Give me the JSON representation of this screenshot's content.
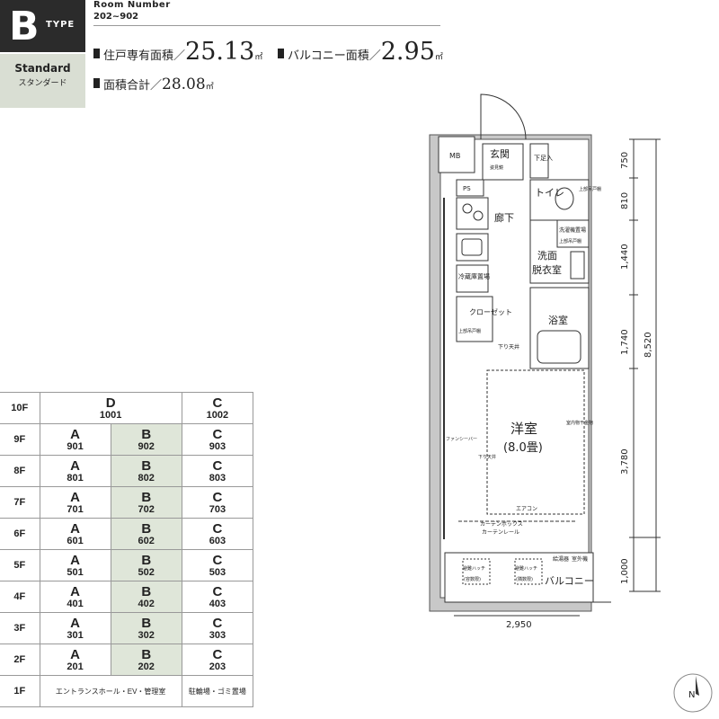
{
  "type_badge": {
    "letter": "B",
    "type_label": "TYPE",
    "plan_name": "Standard",
    "plan_name_jp": "スタンダード",
    "colors": {
      "dark": "#2b2b2b",
      "light": "#d9ded3"
    }
  },
  "room_number": {
    "label": "Room Number",
    "value": "202~902"
  },
  "areas": {
    "private_label": "住戸専有面積／",
    "private_value": "25.13",
    "private_unit": "㎡",
    "balcony_label": "バルコニー面積／",
    "balcony_value": "2.95",
    "balcony_unit": "㎡",
    "total_label": "面積合計／",
    "total_value": "28.08",
    "total_unit": "㎡"
  },
  "floor_table": {
    "highlight_color": "#dfe6d9",
    "top_floor": {
      "floor": "10F",
      "units": [
        {
          "type": "D",
          "number": "1001"
        },
        {
          "type": "C",
          "number": "1002"
        }
      ]
    },
    "floors": [
      {
        "floor": "9F",
        "units": [
          {
            "type": "A",
            "number": "901"
          },
          {
            "type": "B",
            "number": "902"
          },
          {
            "type": "C",
            "number": "903"
          }
        ]
      },
      {
        "floor": "8F",
        "units": [
          {
            "type": "A",
            "number": "801"
          },
          {
            "type": "B",
            "number": "802"
          },
          {
            "type": "C",
            "number": "803"
          }
        ]
      },
      {
        "floor": "7F",
        "units": [
          {
            "type": "A",
            "number": "701"
          },
          {
            "type": "B",
            "number": "702"
          },
          {
            "type": "C",
            "number": "703"
          }
        ]
      },
      {
        "floor": "6F",
        "units": [
          {
            "type": "A",
            "number": "601"
          },
          {
            "type": "B",
            "number": "602"
          },
          {
            "type": "C",
            "number": "603"
          }
        ]
      },
      {
        "floor": "5F",
        "units": [
          {
            "type": "A",
            "number": "501"
          },
          {
            "type": "B",
            "number": "502"
          },
          {
            "type": "C",
            "number": "503"
          }
        ]
      },
      {
        "floor": "4F",
        "units": [
          {
            "type": "A",
            "number": "401"
          },
          {
            "type": "B",
            "number": "402"
          },
          {
            "type": "C",
            "number": "403"
          }
        ]
      },
      {
        "floor": "3F",
        "units": [
          {
            "type": "A",
            "number": "301"
          },
          {
            "type": "B",
            "number": "302"
          },
          {
            "type": "C",
            "number": "303"
          }
        ]
      },
      {
        "floor": "2F",
        "units": [
          {
            "type": "A",
            "number": "201"
          },
          {
            "type": "B",
            "number": "202"
          },
          {
            "type": "C",
            "number": "203"
          }
        ]
      }
    ],
    "ground_floor": {
      "floor": "1F",
      "left_note": "エントランスホール・EV・管理室",
      "right_note": "駐輪場・ゴミ置場"
    }
  },
  "plan": {
    "mb": "MB",
    "entrance": "玄関",
    "shoe_storage": "姿見鏡",
    "shoes_box": "下足入",
    "ps": "PS",
    "toilet": "トイレ",
    "toilet_shelf": "上部吊戸棚",
    "hallway": "廊下",
    "washer": "洗濯機置場",
    "washer_shelf": "上部吊戸棚",
    "washroom_line1": "洗面",
    "washroom_line2": "脱衣室",
    "fridge": "冷蔵庫置場",
    "closet": "クローゼット",
    "closet_shelf": "上部吊戸棚",
    "bath": "浴室",
    "ceiling_drop": "下り天井",
    "ceiling_drop2": "下り天井",
    "western_room": "洋室",
    "western_room_size": "(8.0畳)",
    "drying_hardware": "室内物干金物",
    "fan_coil": "ファンシーバー",
    "ac": "エアコン",
    "curtain_box": "カーテンボックス",
    "curtain_rail": "カーテンレール",
    "evac_hatch1": "避難ハッチ",
    "evac_hatch1_note": "(容数限)",
    "evac_hatch2": "避難ハッチ",
    "evac_hatch2_note": "(隣数限)",
    "drain": "給湯器",
    "outdoor_unit": "室外機",
    "balcony": "バルコニー"
  },
  "dimensions": {
    "vertical": [
      "750",
      "810",
      "1,440",
      "1,740",
      "3,780",
      "1,000"
    ],
    "total": "8,520",
    "horizontal": "2,950"
  },
  "compass": {
    "north": "N"
  }
}
